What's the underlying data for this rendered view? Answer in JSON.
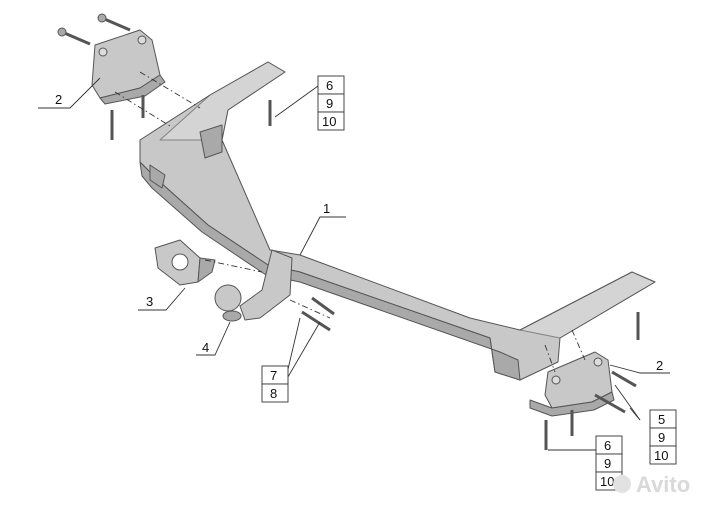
{
  "callouts": {
    "beam": "1",
    "bracket_left": "2",
    "bracket_right": "2",
    "socket_plate": "3",
    "ball": "4",
    "left_stack": [
      "6",
      "9",
      "10"
    ],
    "right_upper_stack": [
      "5",
      "9",
      "10"
    ],
    "right_lower_stack": [
      "6",
      "9",
      "10"
    ],
    "ball_bolts_stack": [
      "7",
      "8"
    ]
  },
  "watermark": "Avito"
}
